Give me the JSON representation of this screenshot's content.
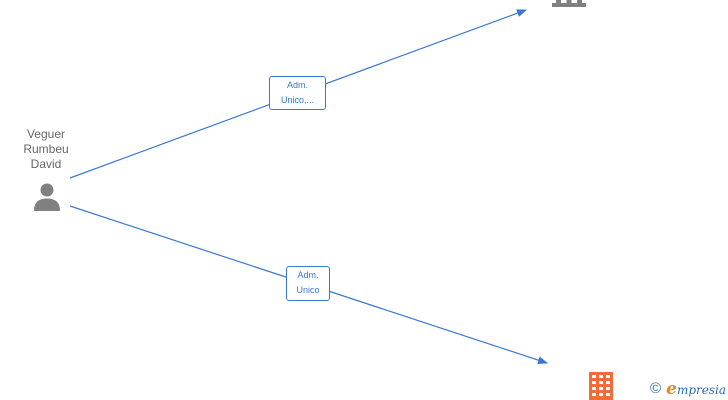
{
  "person": {
    "name_lines": [
      "Veguer",
      "Rumbeu",
      "David"
    ],
    "icon": "person-icon"
  },
  "relations": [
    {
      "label_lines": [
        "Adm.",
        "Unico,..."
      ],
      "target_icon": "bank-building-icon"
    },
    {
      "label_lines": [
        "Adm.",
        "Unico"
      ],
      "target_icon": "office-building-icon"
    }
  ],
  "colors": {
    "edge": "#3b78d4",
    "person": "#808080",
    "company_top": "#808080",
    "company_bottom": "#f26b3a"
  },
  "watermark": {
    "copyright_symbol": "©",
    "brand_initial": "e",
    "brand_rest": "mpresia"
  }
}
